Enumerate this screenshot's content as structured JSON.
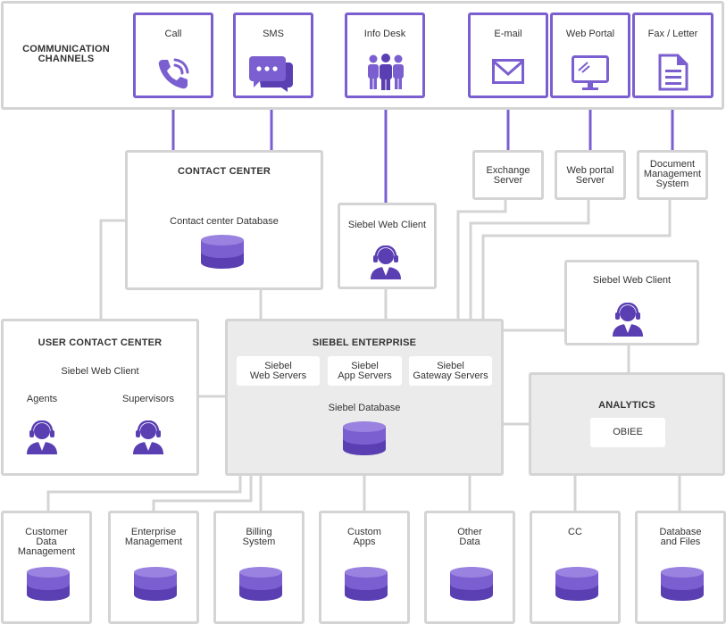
{
  "channels": {
    "heading": "COMMUNICATION\nCHANNELS",
    "call": "Call",
    "sms": "SMS",
    "info_desk": "Info Desk",
    "email": "E-mail",
    "web_portal": "Web Portal",
    "fax_letter": "Fax / Letter"
  },
  "servers": {
    "exchange": "Exchange\nServer",
    "web_portal": "Web portal\nServer",
    "dms": "Document\nManagement\nSystem"
  },
  "contact_center": {
    "title": "CONTACT CENTER",
    "db_label": "Contact center Database"
  },
  "web_client_mid": "Siebel Web Client",
  "web_client_right": "Siebel Web Client",
  "user_contact_center": {
    "title": "USER CONTACT CENTER",
    "client": "Siebel Web Client",
    "agents": "Agents",
    "supervisors": "Supervisors"
  },
  "enterprise": {
    "title": "SIEBEL ENTERPRISE",
    "web_servers": "Siebel\nWeb Servers",
    "app_servers": "Siebel\nApp Servers",
    "gateway_servers": "Siebel\nGateway Servers",
    "db_label": "Siebel Database"
  },
  "analytics": {
    "title": "ANALYTICS",
    "obiee": "OBIEE"
  },
  "data_sources": [
    "Customer\nData\nManagement",
    "Enterprise\nManagement",
    "Billing\nSystem",
    "Custom\nApps",
    "Other\nData",
    "CC",
    "Database\nand Files"
  ],
  "colors": {
    "accent": "#7b5fd0",
    "icon_dark": "#5a3fb3",
    "line": "#d4d4d4",
    "panel_gray": "#ebebeb"
  }
}
